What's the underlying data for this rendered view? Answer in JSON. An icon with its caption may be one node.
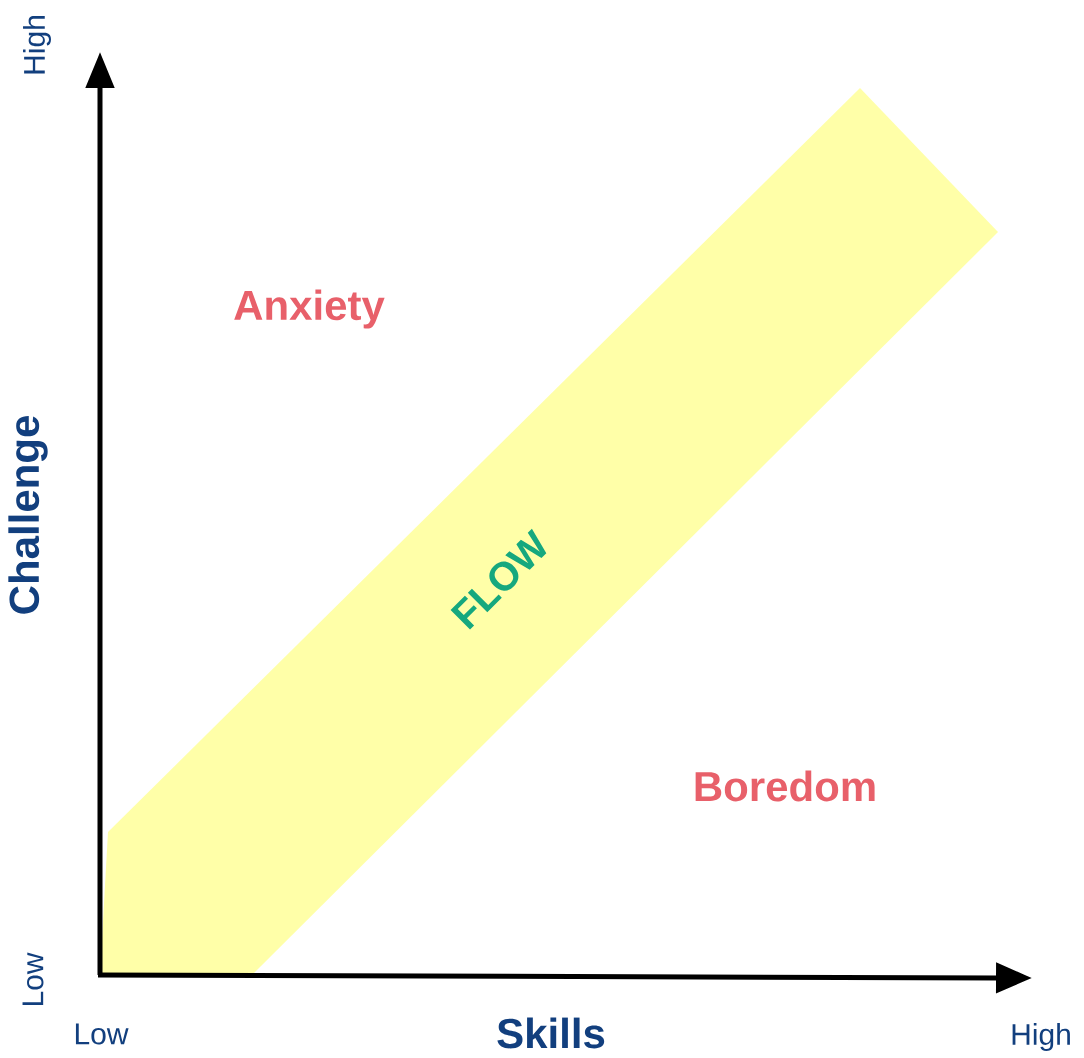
{
  "diagram": {
    "nodes": [
      {
        "text": [
          "FLOW"
        ]
      }
    ],
    "labels": [
      "High",
      "Anxiety",
      "Challenge",
      "Boredom",
      "Low",
      "Low",
      "Skills",
      "High"
    ]
  }
}
